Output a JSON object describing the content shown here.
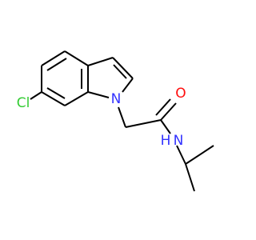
{
  "atoms": {
    "cl": {
      "label": "Cl",
      "color": "#33cc33"
    },
    "n_indole": {
      "label": "N",
      "color": "#3333ff"
    },
    "o": {
      "label": "O",
      "color": "#ff0d0d"
    },
    "nh": {
      "label": "N",
      "color": "#3333ff"
    },
    "h": {
      "label": "H",
      "color": "#3333ff"
    }
  },
  "bond_color": "#000000"
}
